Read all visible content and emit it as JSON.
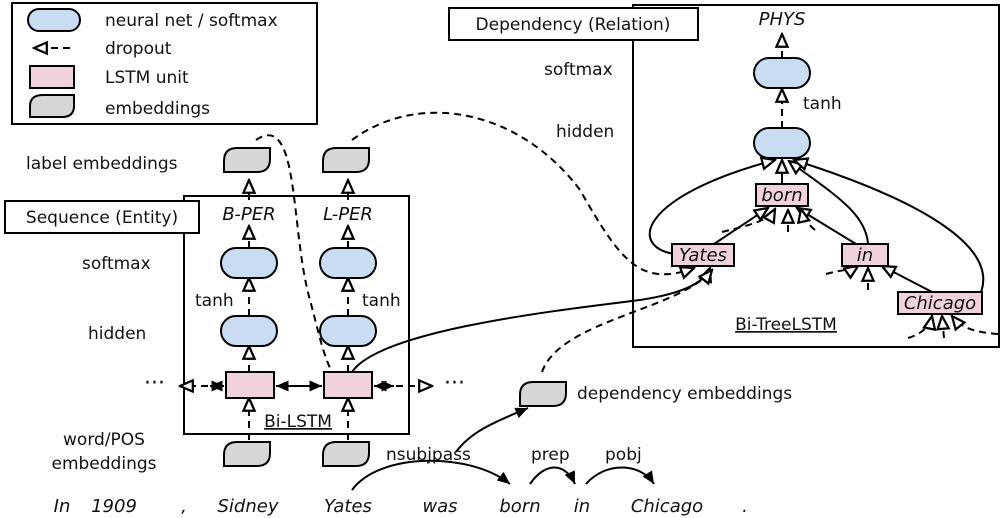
{
  "legend": {
    "neural_net": "neural net / softmax",
    "dropout": "dropout",
    "lstm_unit": "LSTM unit",
    "embeddings": "embeddings"
  },
  "dependency": {
    "title": "Dependency (Relation)",
    "output": "PHYS",
    "softmax": "softmax",
    "hidden": "hidden",
    "tanh": "tanh",
    "node_born": "born",
    "node_yates": "Yates",
    "node_in": "in",
    "node_chicago": "Chicago",
    "tree_label": "Bi-TreeLSTM"
  },
  "sequence": {
    "title": "Sequence (Entity)",
    "label_embeddings": "label embeddings",
    "tag1": "B-PER",
    "tag2": "L-PER",
    "softmax": "softmax",
    "hidden": "hidden",
    "tanh_left": "tanh",
    "tanh_right": "tanh",
    "bilstm": "Bi-LSTM",
    "ellipsis_left": "···",
    "ellipsis_right": "···",
    "word_pos_line1": "word/POS",
    "word_pos_line2": "embeddings"
  },
  "dependency_embeddings": "dependency embeddings",
  "arcs": {
    "nsubjpass": "nsubjpass",
    "prep": "prep",
    "pobj": "pobj"
  },
  "sentence": [
    "In",
    "1909",
    ",",
    "Sidney",
    "Yates",
    "was",
    "born",
    "in",
    "Chicago",
    "."
  ]
}
